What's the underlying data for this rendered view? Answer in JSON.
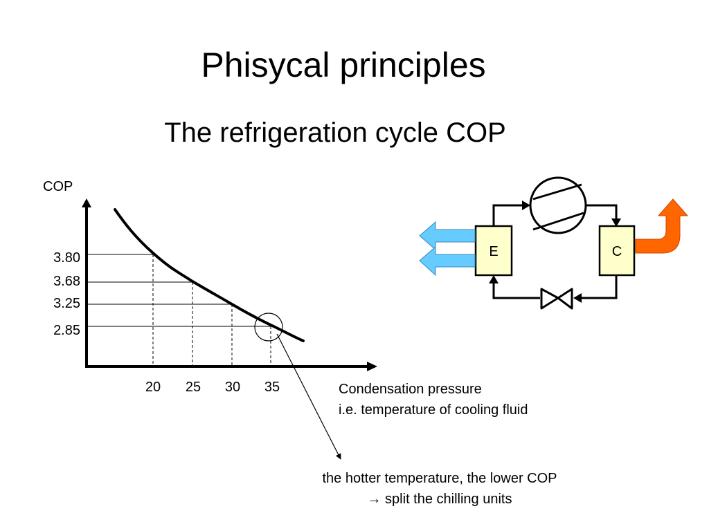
{
  "title": "Phisycal principles",
  "subtitle": "The refrigeration cycle COP",
  "chart_data": {
    "type": "line",
    "ylabel": "COP",
    "xlabel_lines": [
      "Condensation pressure",
      "i.e. temperature of cooling fluid"
    ],
    "x_ticks": [
      "20",
      "25",
      "30",
      "35"
    ],
    "y_ticks": [
      "3.80",
      "3.68",
      "3.25",
      "2.85"
    ],
    "points": [
      {
        "x": 20,
        "y": 3.8
      },
      {
        "x": 25,
        "y": 3.68
      },
      {
        "x": 30,
        "y": 3.25
      },
      {
        "x": 35,
        "y": 2.85
      }
    ],
    "highlighted_point": {
      "x": 35,
      "y": 2.85
    },
    "grid": false
  },
  "annotation": {
    "line1": "the hotter temperature, the lower COP",
    "line2": "→ split the chilling units"
  },
  "cycle_diagram": {
    "evaporator_label": "E",
    "condenser_label": "C",
    "box_fill": "#ffffcc",
    "cold_arrow_color": "#66ccff",
    "hot_arrow_color": "#ff6600"
  }
}
